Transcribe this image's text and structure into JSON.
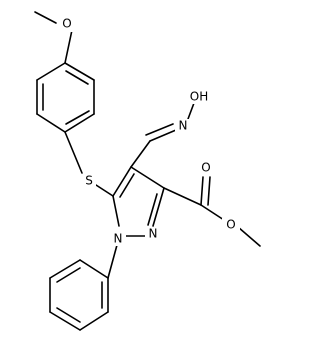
{
  "molecule": {
    "atom_labels": {
      "methoxy_o": "O",
      "oxime_oh": "OH",
      "oxime_n": "N",
      "thio_s": "S",
      "ester_o_carbonyl": "O",
      "ester_o_single": "O",
      "ring_n1": "N",
      "ring_n2": "N"
    }
  }
}
